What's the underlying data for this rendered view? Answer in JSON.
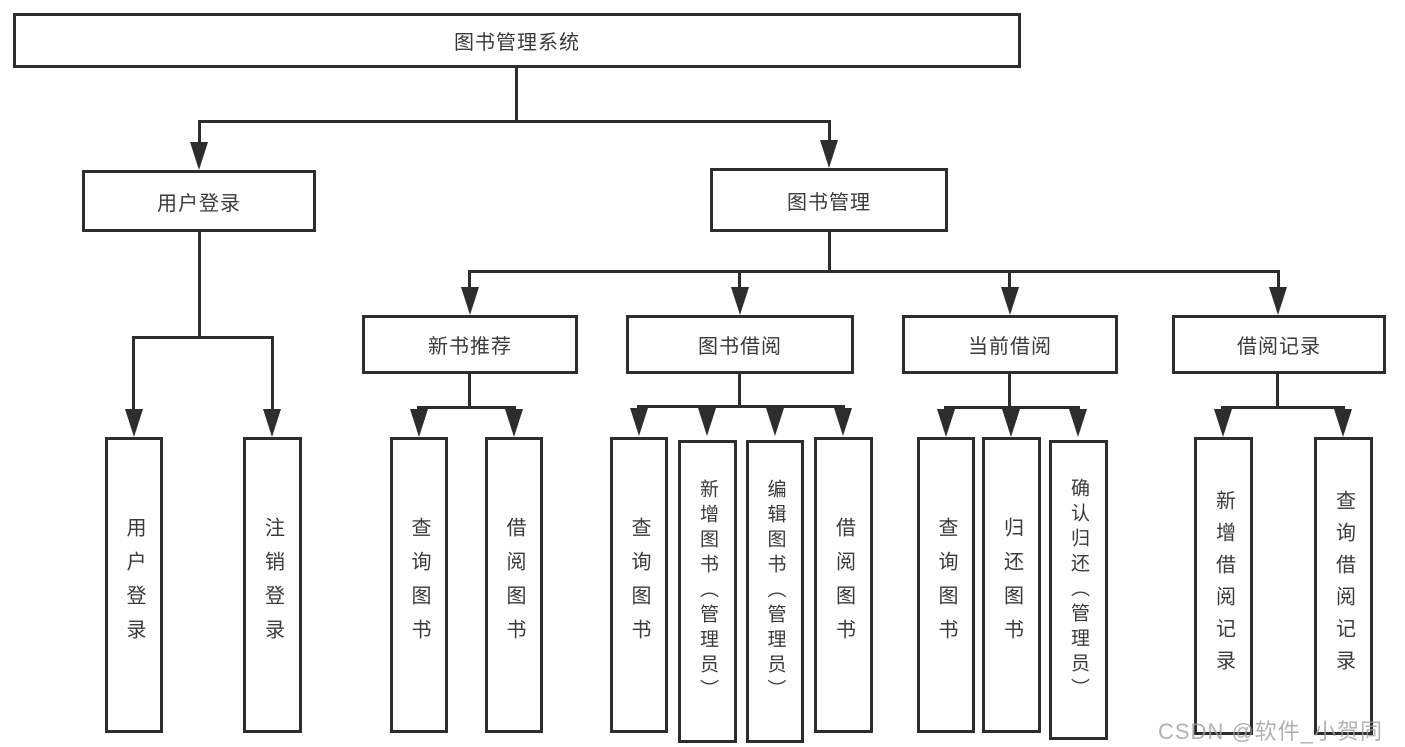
{
  "diagram": {
    "root": {
      "label": "图书管理系统"
    },
    "branches": [
      {
        "label": "用户登录",
        "children": [
          {
            "label": "用户登录"
          },
          {
            "label": "注销登录"
          }
        ]
      },
      {
        "label": "图书管理",
        "children": [
          {
            "label": "新书推荐",
            "children": [
              {
                "label": "查询图书"
              },
              {
                "label": "借阅图书"
              }
            ]
          },
          {
            "label": "图书借阅",
            "children": [
              {
                "label": "查询图书"
              },
              {
                "label": "新增图书（管理员）"
              },
              {
                "label": "编辑图书（管理员）"
              },
              {
                "label": "借阅图书"
              }
            ]
          },
          {
            "label": "当前借阅",
            "children": [
              {
                "label": "查询图书"
              },
              {
                "label": "归还图书"
              },
              {
                "label": "确认归还（管理员）"
              }
            ]
          },
          {
            "label": "借阅记录",
            "children": [
              {
                "label": "新增借阅记录"
              },
              {
                "label": "查询借阅记录"
              }
            ]
          }
        ]
      }
    ]
  },
  "watermark": {
    "text": "CSDN @软件_小贺同学"
  },
  "colors": {
    "line": "#2d2d2d",
    "text": "#3a3a3a",
    "background": "#ffffff",
    "watermark": "#9e9e9e"
  }
}
